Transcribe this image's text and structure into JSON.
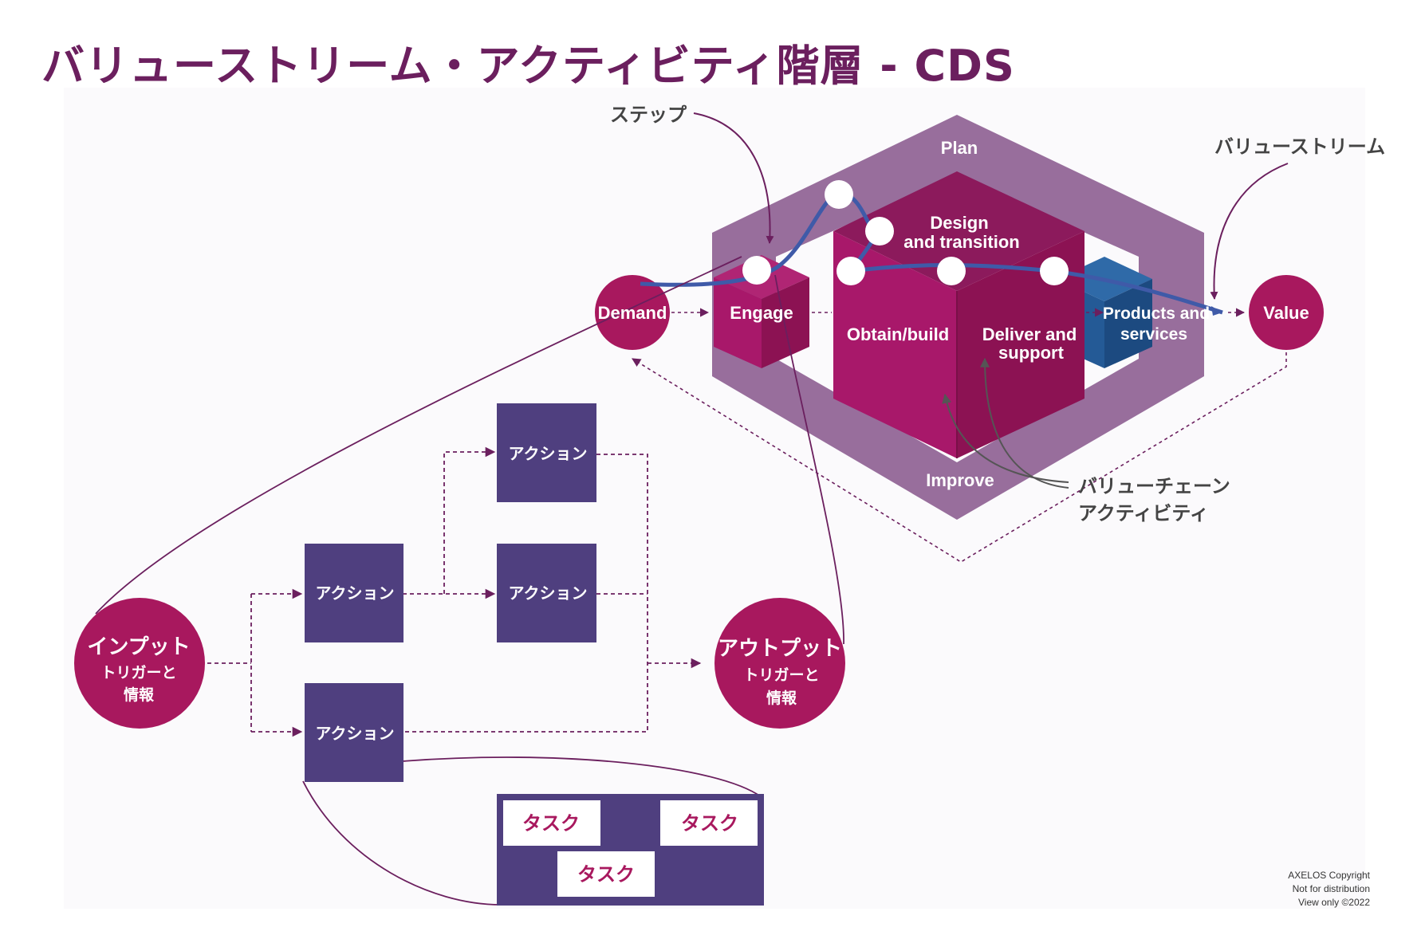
{
  "title": "バリューストリーム・アクティビティ階層 -  CDS",
  "colors": {
    "title": "#6b1f5e",
    "magenta": "#a8185e",
    "cube": "#a8186a",
    "hex": "#8a5a8e",
    "action_box": "#4f3f7f",
    "products": "#245a96",
    "stream_line": "#3f5aa8",
    "connector": "#6b1f5e"
  },
  "hexagon": {
    "plan": "Plan",
    "improve": "Improve"
  },
  "nodes": {
    "demand": "Demand",
    "value": "Value",
    "engage": "Engage",
    "design": [
      "Design",
      "and transition"
    ],
    "obtain": "Obtain/build",
    "deliver": [
      "Deliver and",
      "support"
    ],
    "products": [
      "Products and",
      "services"
    ]
  },
  "callouts": {
    "step": "ステップ",
    "value_stream": "バリューストリーム",
    "value_chain": [
      "バリューチェーン",
      "アクティビティ"
    ]
  },
  "input": {
    "title": "インプット",
    "line2": "トリガーと",
    "line3": "情報"
  },
  "output": {
    "title": "アウトプット",
    "line2": "トリガーと",
    "line3": "情報"
  },
  "actions": [
    "アクション",
    "アクション",
    "アクション",
    "アクション"
  ],
  "tasks": [
    "タスク",
    "タスク",
    "タスク"
  ],
  "copyright": [
    "AXELOS Copyright",
    "Not for distribution",
    "View only ©2022"
  ]
}
